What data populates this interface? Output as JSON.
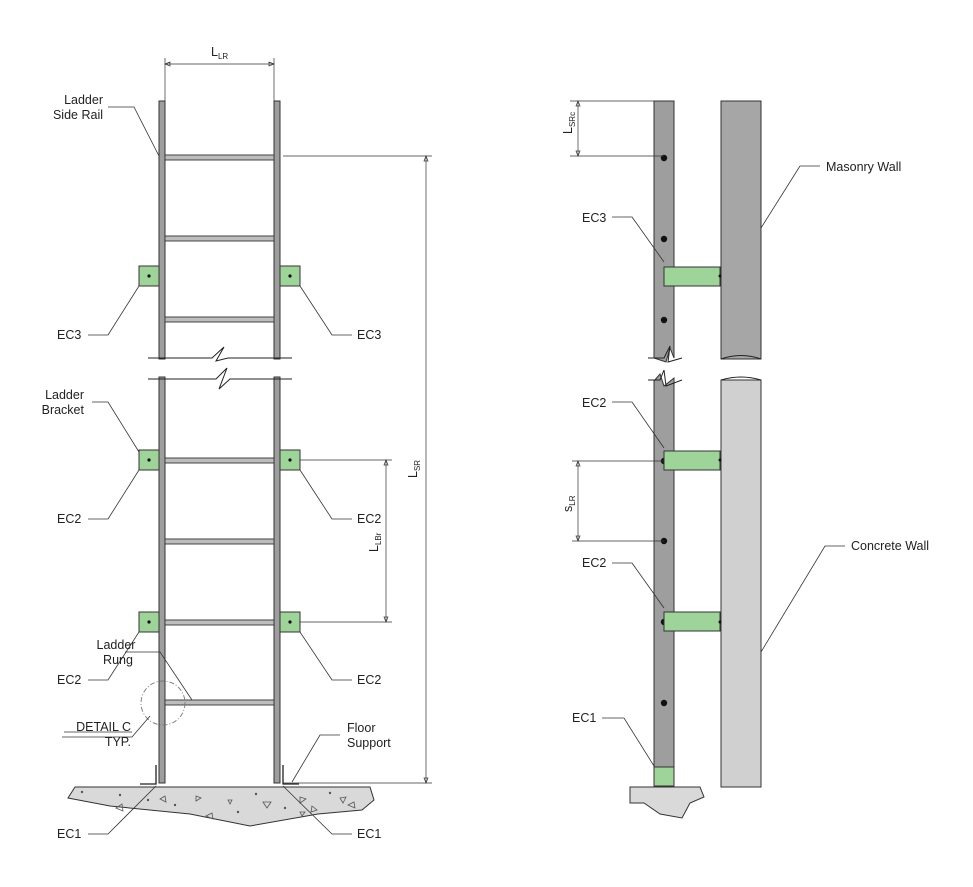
{
  "left": {
    "dim_top": {
      "main": "L",
      "sub": "LR"
    },
    "dim_sr": {
      "main": "L",
      "sub": "SR"
    },
    "dim_lbr": {
      "main": "L",
      "sub": "LBr"
    },
    "side_rail": [
      "Ladder",
      "Side Rail"
    ],
    "bracket": [
      "Ladder",
      "Bracket"
    ],
    "rung": [
      "Ladder",
      "Rung"
    ],
    "detail": [
      "DETAIL C",
      "TYP."
    ],
    "floor_support": [
      "Floor",
      "Support"
    ],
    "ec3_left": "EC3",
    "ec3_right": "EC3",
    "ec2_l1": "EC2",
    "ec2_r1": "EC2",
    "ec2_l2": "EC2",
    "ec2_r2": "EC2",
    "ec1_left": "EC1",
    "ec1_right": "EC1"
  },
  "right": {
    "dim_src": {
      "main": "L",
      "sub": "SRc"
    },
    "dim_slr": {
      "main": "s",
      "sub": "LR"
    },
    "masonry_wall": "Masonry Wall",
    "concrete_wall": "Concrete Wall",
    "ec3": "EC3",
    "ec2_top": "EC2",
    "ec2_bottom": "EC2",
    "ec1": "EC1"
  },
  "colors": {
    "connection": "#9ed39a",
    "rail": "#9e9e9e",
    "masonry": "#a6a6a6",
    "concrete": "#d0d0d0"
  }
}
